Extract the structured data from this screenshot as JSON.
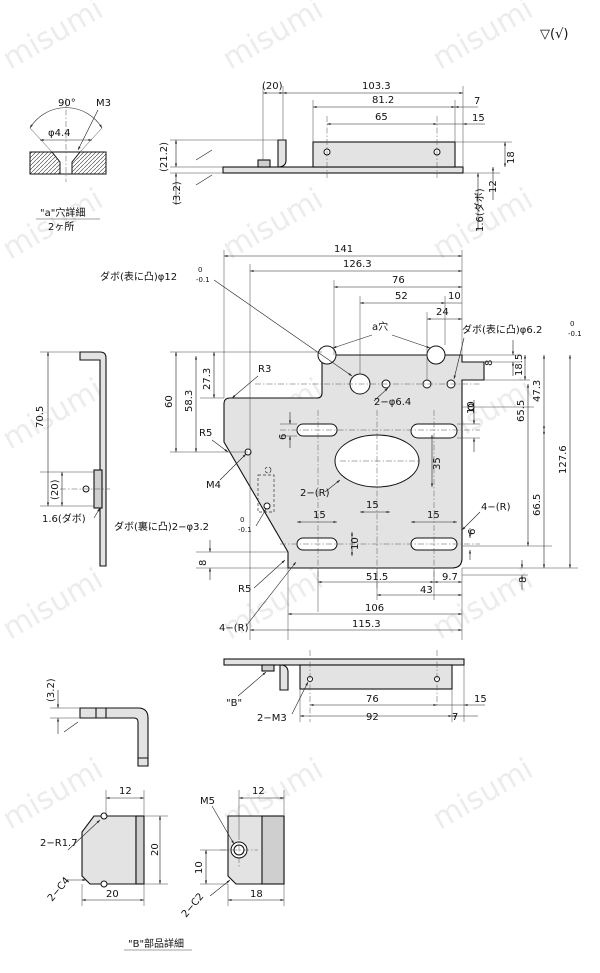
{
  "watermark": "misumi",
  "surface_mark": "▽(√)",
  "hole_detail": {
    "angle": "90°",
    "thread": "M3",
    "counterbore": "φ4.4",
    "title": "\"a\"穴詳細",
    "qty": "2ヶ所"
  },
  "top_view": {
    "d_20": "(20)",
    "d_103_3": "103.3",
    "d_7": "7",
    "d_81_2": "81.2",
    "d_65": "65",
    "d_15": "15",
    "d_21_2": "(21.2)",
    "d_18": "18",
    "d_3_2": "(3.2)",
    "d_12": "12",
    "d_dabo": "1.6(ダボ)"
  },
  "front_view": {
    "d_141": "141",
    "d_126_3": "126.3",
    "d_76": "76",
    "d_52": "52",
    "d_10_top": "10",
    "d_24": "24",
    "label_a_hole": "a穴",
    "dabo_12": "ダボ(表に凸)φ12",
    "tol_12_upper": "0",
    "tol_12_lower": "-0.1",
    "dabo_6_2": "ダボ(表に凸)φ6.2",
    "tol_6_2_upper": "0",
    "tol_6_2_lower": "-0.1",
    "d_8_top": "8",
    "d_18_5": "18.5",
    "d_r3": "R3",
    "d_27_3": "27.3",
    "d_58_3": "58.3",
    "d_60": "60",
    "d_6_4": "2−φ6.4",
    "d_6_slot": "6",
    "d_10_mid": "10",
    "d_65_5": "65.5",
    "d_47_3": "47.3",
    "d_r5_top": "R5",
    "d_35": "35",
    "d_127_6": "127.6",
    "d_m4": "M4",
    "d_2r": "2−(R)",
    "d_15_c": "15",
    "d_66_5": "66.5",
    "d_4r_right": "4−(R)",
    "dabo_3_2": "ダボ(裏に凸)2−φ3.2",
    "tol_3_2_upper": "0",
    "tol_3_2_lower": "-0.1",
    "d_15_l": "15",
    "d_15_r": "15",
    "d_10_l": "10",
    "d_6_r": "6",
    "d_8_left": "8",
    "d_8_right": "8",
    "d_51_5": "51.5",
    "d_9_7": "9.7",
    "d_r5_bottom": "R5",
    "d_43": "43",
    "d_106": "106",
    "d_4r_bottom": "4−(R)",
    "d_115_3": "115.3"
  },
  "side_view": {
    "d_70_5": "70.5",
    "d_20": "(20)",
    "d_dabo": "1.6(ダボ)"
  },
  "bottom_view": {
    "label_b": "\"B\"",
    "d_76": "76",
    "d_15": "15",
    "d_2m3": "2−M3",
    "d_92": "92",
    "d_7": "7"
  },
  "bent_detail": {
    "d_3_2": "(3.2)"
  },
  "b_detail": {
    "d_12_a": "12",
    "d_r1_7": "2−R1.7",
    "d_20_h": "20",
    "d_c4": "2−C4",
    "d_20_w": "20",
    "d_m5": "M5",
    "d_12_b": "12",
    "d_10": "10",
    "d_c2": "2−C2",
    "d_18": "18",
    "title": "\"B\"部品詳細"
  }
}
